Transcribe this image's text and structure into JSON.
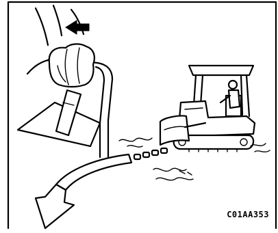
{
  "figure": {
    "code": "C01AA353",
    "icons": [
      "frame",
      "direction-arrow-icon",
      "control-lever-icon",
      "hand-icon",
      "lever-guard",
      "movement-path-arrow-icon",
      "bulldozer-icon",
      "operator-icon",
      "blade-icon",
      "ground-debris"
    ]
  }
}
